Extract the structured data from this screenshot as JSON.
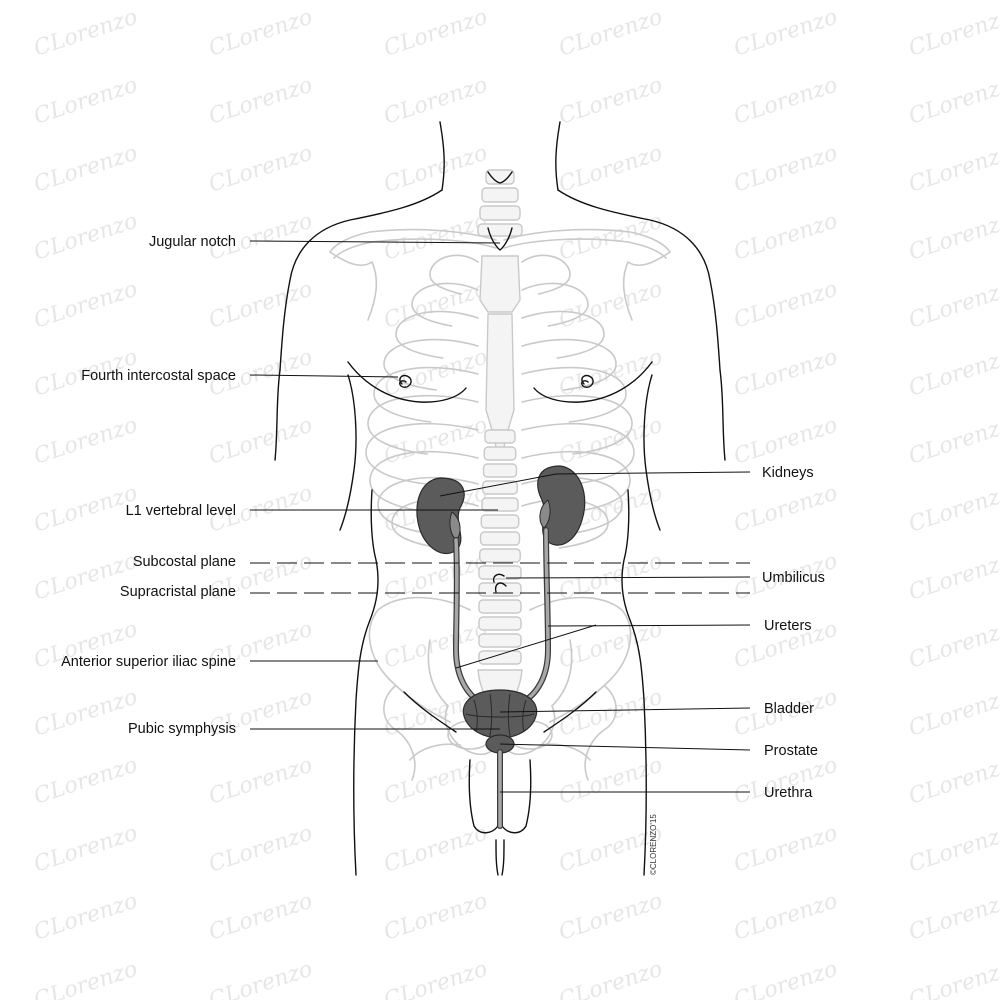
{
  "labels_left": {
    "jugular_notch": "Jugular notch",
    "fourth_intercostal_space": "Fourth intercostal space",
    "l1_vertebral_level": "L1 vertebral level",
    "subcostal_plane": "Subcostal plane",
    "supracristal_plane": "Supracristal plane",
    "anterior_superior_iliac_spine": "Anterior superior iliac spine",
    "pubic_symphysis": "Pubic symphysis"
  },
  "labels_right": {
    "kidneys": "Kidneys",
    "umbilicus": "Umbilicus",
    "ureters": "Ureters",
    "bladder": "Bladder",
    "prostate": "Prostate",
    "urethra": "Urethra"
  },
  "credit": "©CLORENZO'15",
  "watermark": "CLorenzo",
  "colors": {
    "outline": "#111111",
    "bone": "#c9c9c9",
    "organ": "#5b5b5b",
    "watermark": "#e6e6e6"
  }
}
